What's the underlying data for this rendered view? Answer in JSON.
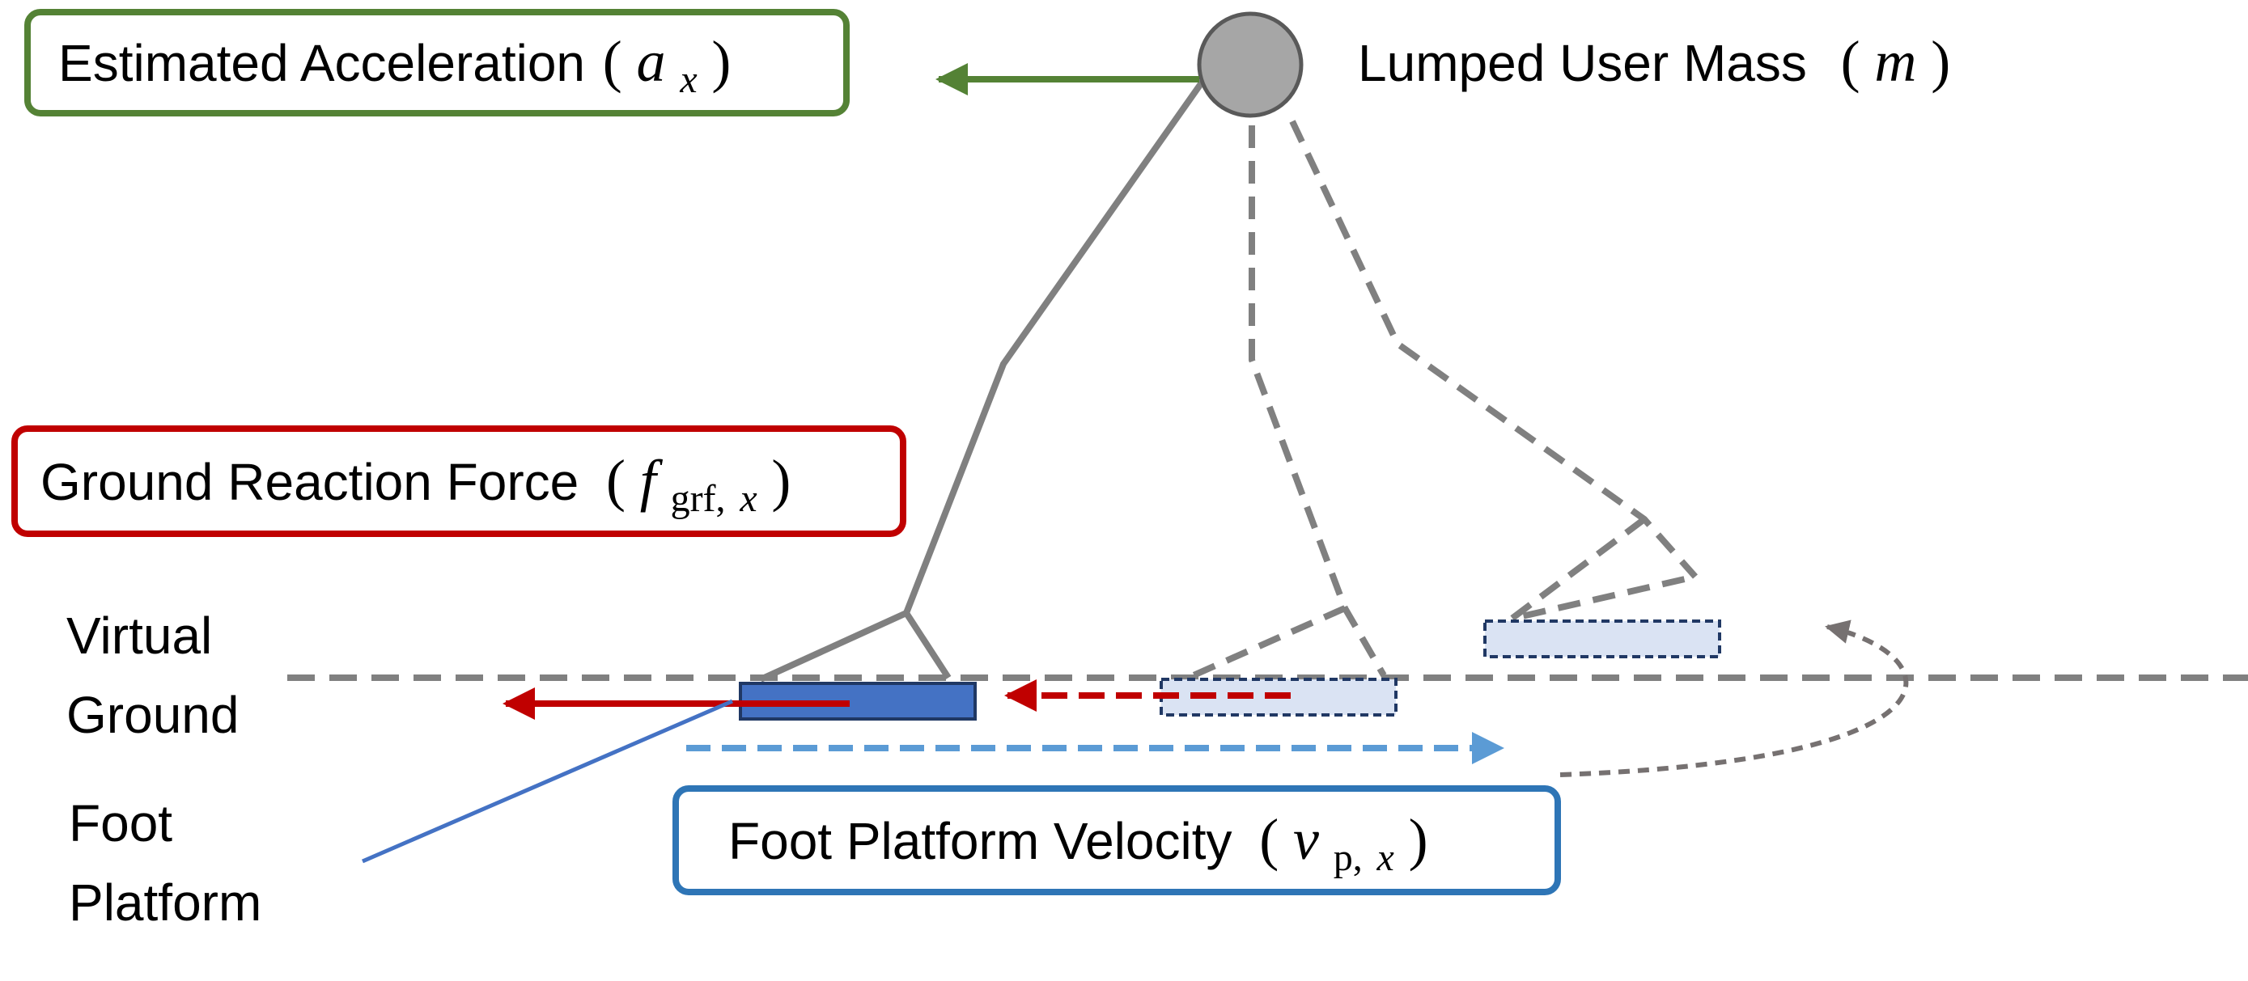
{
  "labels": {
    "acceleration": {
      "text": "Estimated Acceleration",
      "paren_open": "(",
      "sym": "a",
      "sub": "x",
      "paren_close": ")"
    },
    "mass": {
      "text": "Lumped User Mass",
      "paren_open": "(",
      "sym": "m",
      "paren_close": ")"
    },
    "grf": {
      "text": "Ground Reaction Force",
      "paren_open": "(",
      "sym": "f",
      "sub_up": "grf,",
      "sub_it": "x",
      "paren_close": ")"
    },
    "velocity": {
      "text": "Foot Platform Velocity",
      "paren_open": "(",
      "sym": "v",
      "sub_up": "p,",
      "sub_it": "x",
      "paren_close": ")"
    },
    "virtual_ground": {
      "line1": "Virtual",
      "line2": "Ground"
    },
    "foot_platform": {
      "line1": "Foot",
      "line2": "Platform"
    }
  },
  "colors": {
    "acceleration_box": "#548235",
    "grf_box": "#c00000",
    "velocity_box": "#2e75b6",
    "leg": "#808080",
    "ground_line": "#808080",
    "platform_fill": "#4472c4",
    "platform_ghost_fill": "#dae3f3",
    "platform_stroke": "#203864",
    "force_arrow": "#c00000",
    "velocity_arrow": "#5b9bd5",
    "pointer_line": "#4472c4",
    "mass_fill": "#a6a6a6",
    "mass_stroke": "#595959",
    "return_arrow": "#767171"
  }
}
